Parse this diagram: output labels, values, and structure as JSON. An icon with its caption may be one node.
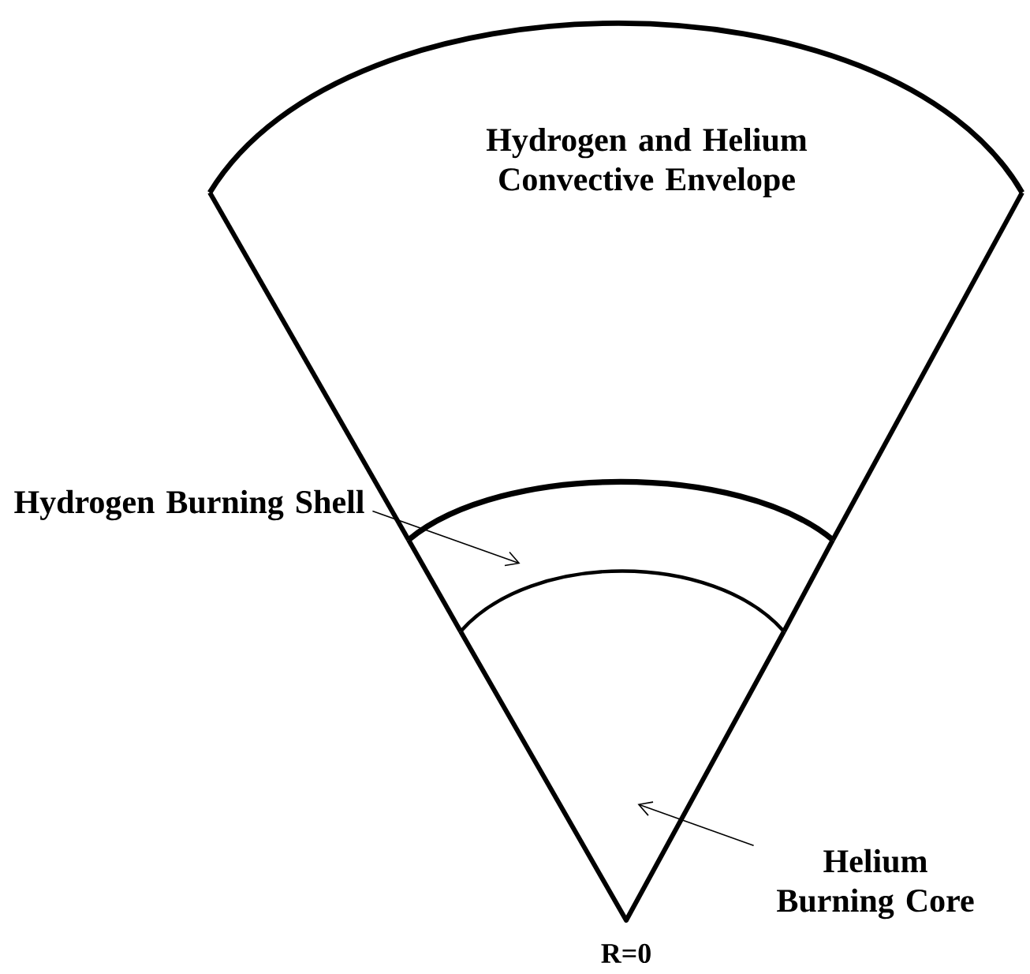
{
  "diagram": {
    "nodes": [
      {
        "text": [
          "Hydrogen and Helium Convective Envelope"
        ]
      },
      {
        "text": [
          "Hydrogen Burning Shell"
        ]
      },
      {
        "text": [],
        "shape": "band"
      },
      {
        "text": [
          "Helium Burning Core"
        ]
      },
      {
        "text": [],
        "shape": "sector",
        "beside": [
          "R=0"
        ]
      }
    ],
    "edges": [
      {
        "from": 1,
        "to": 2,
        "arrow": "to"
      },
      {
        "from": 3,
        "to": 4,
        "arrow": "to"
      }
    ]
  }
}
